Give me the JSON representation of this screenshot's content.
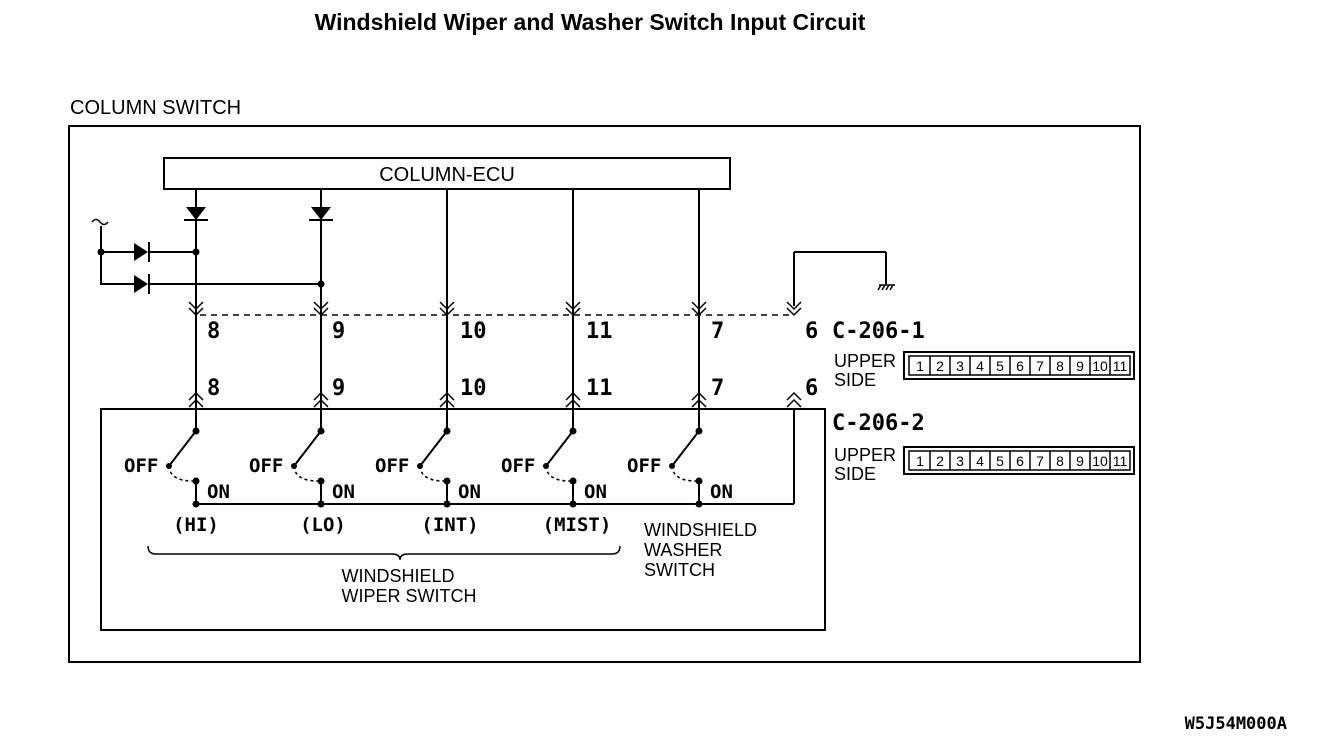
{
  "title": "Windshield Wiper and Washer Switch Input Circuit",
  "column_switch_label": "COLUMN SWITCH",
  "ecu_label": "COLUMN-ECU",
  "connector1": {
    "name": "C-206-1",
    "side": [
      "UPPER",
      "SIDE"
    ]
  },
  "connector2": {
    "name": "C-206-2",
    "side": [
      "UPPER",
      "SIDE"
    ]
  },
  "pins": [
    "1",
    "2",
    "3",
    "4",
    "5",
    "6",
    "7",
    "8",
    "9",
    "10",
    "11"
  ],
  "terminals": [
    "8",
    "9",
    "10",
    "11",
    "7",
    "6"
  ],
  "switches": [
    {
      "off": "OFF",
      "on": "ON",
      "mode": "(HI)"
    },
    {
      "off": "OFF",
      "on": "ON",
      "mode": "(LO)"
    },
    {
      "off": "OFF",
      "on": "ON",
      "mode": "(INT)"
    },
    {
      "off": "OFF",
      "on": "ON",
      "mode": "(MIST)"
    },
    {
      "off": "OFF",
      "on": "ON",
      "mode": ""
    }
  ],
  "wiper_switch_label": [
    "WINDSHIELD",
    "WIPER SWITCH"
  ],
  "washer_switch_label": [
    "WINDSHIELD",
    "WASHER",
    "SWITCH"
  ],
  "figure_code": "W5J54M000A"
}
